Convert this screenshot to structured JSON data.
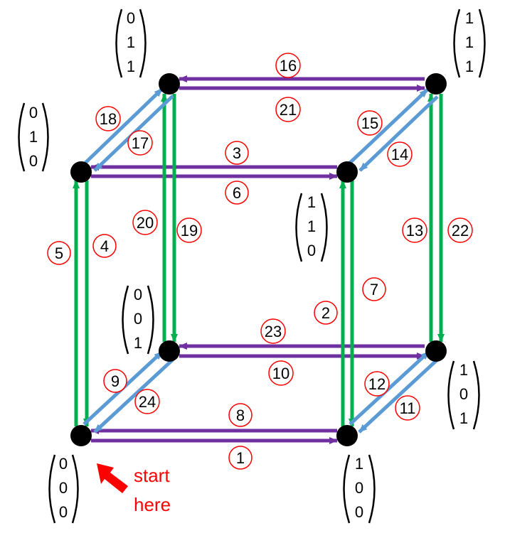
{
  "colors": {
    "purple": "#7030a0",
    "green": "#00b050",
    "blue": "#5b9bd5",
    "red": "#ff0000",
    "node": "#000000"
  },
  "nodes": [
    {
      "id": "000",
      "vector": [
        "0",
        "0",
        "0"
      ]
    },
    {
      "id": "100",
      "vector": [
        "1",
        "0",
        "0"
      ]
    },
    {
      "id": "010",
      "vector": [
        "0",
        "1",
        "0"
      ]
    },
    {
      "id": "110",
      "vector": [
        "1",
        "1",
        "0"
      ]
    },
    {
      "id": "001",
      "vector": [
        "0",
        "0",
        "1"
      ]
    },
    {
      "id": "101",
      "vector": [
        "1",
        "0",
        "1"
      ]
    },
    {
      "id": "011",
      "vector": [
        "0",
        "1",
        "1"
      ]
    },
    {
      "id": "111",
      "vector": [
        "1",
        "1",
        "1"
      ]
    }
  ],
  "edges": [
    {
      "from": "000",
      "to": "100",
      "color": "purple"
    },
    {
      "from": "100",
      "to": "000",
      "color": "purple"
    },
    {
      "from": "010",
      "to": "110",
      "color": "purple"
    },
    {
      "from": "110",
      "to": "010",
      "color": "purple"
    },
    {
      "from": "001",
      "to": "101",
      "color": "purple"
    },
    {
      "from": "101",
      "to": "001",
      "color": "purple"
    },
    {
      "from": "011",
      "to": "111",
      "color": "purple"
    },
    {
      "from": "111",
      "to": "011",
      "color": "purple"
    },
    {
      "from": "000",
      "to": "010",
      "color": "green"
    },
    {
      "from": "010",
      "to": "000",
      "color": "green"
    },
    {
      "from": "100",
      "to": "110",
      "color": "green"
    },
    {
      "from": "110",
      "to": "100",
      "color": "green"
    },
    {
      "from": "001",
      "to": "011",
      "color": "green"
    },
    {
      "from": "011",
      "to": "001",
      "color": "green"
    },
    {
      "from": "101",
      "to": "111",
      "color": "green"
    },
    {
      "from": "111",
      "to": "101",
      "color": "green"
    },
    {
      "from": "000",
      "to": "001",
      "color": "blue"
    },
    {
      "from": "001",
      "to": "000",
      "color": "blue"
    },
    {
      "from": "010",
      "to": "011",
      "color": "blue"
    },
    {
      "from": "011",
      "to": "010",
      "color": "blue"
    },
    {
      "from": "100",
      "to": "101",
      "color": "blue"
    },
    {
      "from": "101",
      "to": "100",
      "color": "blue"
    },
    {
      "from": "110",
      "to": "111",
      "color": "blue"
    },
    {
      "from": "111",
      "to": "110",
      "color": "blue"
    }
  ],
  "step_labels": [
    "1",
    "2",
    "3",
    "4",
    "5",
    "6",
    "7",
    "8",
    "9",
    "10",
    "11",
    "12",
    "13",
    "14",
    "15",
    "16",
    "17",
    "18",
    "19",
    "20",
    "21",
    "22",
    "23",
    "24"
  ],
  "start_label": {
    "line1": "start",
    "line2": "here"
  }
}
